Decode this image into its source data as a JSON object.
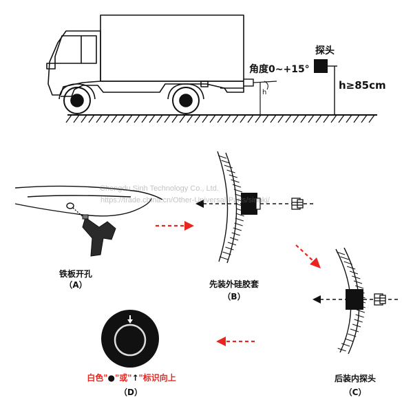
{
  "top": {
    "angle_label": "角度0~+15°",
    "probe_label": "探头",
    "height_label": "h≥85cm",
    "h_mark": "h"
  },
  "steps": [
    {
      "title": "铁板开孔",
      "letter": "（A）"
    },
    {
      "title": "先装外硅胶套",
      "letter": "（B）"
    },
    {
      "title": "后装内探头",
      "letter": "（C）"
    },
    {
      "title_parts": [
        "白色\"",
        "●",
        "\"或\"",
        "↑",
        "\"标识向上"
      ],
      "letter": "（D）"
    }
  ],
  "watermark": {
    "line1": "Chengdu Sinh Technology Co., Ltd.",
    "line2": "https://trade.china.cn/Other-Universal-Parts/sinhkj/"
  },
  "colors": {
    "arrow_red": "#e8261f",
    "text_red": "#e8261f",
    "ink": "#111111"
  }
}
